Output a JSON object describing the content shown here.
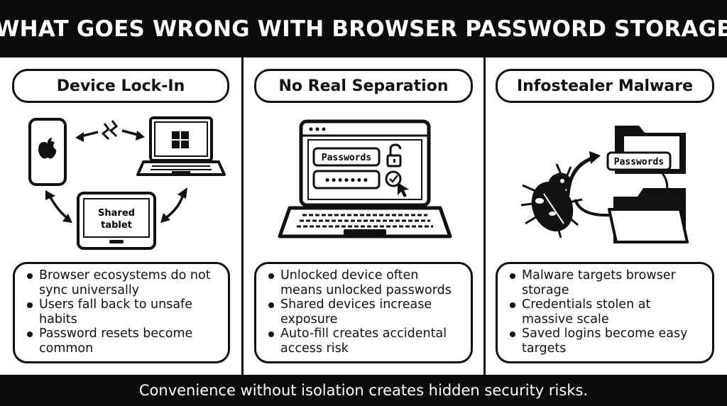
{
  "title": "WHAT GOES WRONG WITH BROWSER PASSWORD STORAGE",
  "footer": "Convenience without isolation creates hidden security risks.",
  "panels": [
    {
      "heading": "Device Lock-In",
      "illustration": {
        "tablet_label_line1": "Shared",
        "tablet_label_line2": "tablet",
        "icons": [
          "phone-apple-icon",
          "laptop-windows-icon",
          "tablet-icon",
          "broken-sync-icon",
          "double-arrow-icon"
        ]
      },
      "bullets": [
        "Browser ecosystems do not sync universally",
        "Users fall back to unsafe habits",
        "Password resets become common"
      ]
    },
    {
      "heading": "No Real Separation",
      "illustration": {
        "password_field_label": "Passwords",
        "masked_value": "•••••••",
        "icons": [
          "laptop-icon",
          "unlocked-padlock-icon",
          "checkmark-cursor-icon"
        ]
      },
      "bullets": [
        "Unlocked device often means unlocked passwords",
        "Shared devices increase exposure",
        "Auto-fill creates accidental access risk"
      ]
    },
    {
      "heading": "Infostealer Malware",
      "illustration": {
        "folder_tag_label": "Passwords",
        "icons": [
          "bug-icon",
          "folder-icon",
          "curved-arrow-icon"
        ]
      },
      "bullets": [
        "Malware targets browser storage",
        "Credentials stolen at massive scale",
        "Saved logins become easy targets"
      ]
    }
  ]
}
